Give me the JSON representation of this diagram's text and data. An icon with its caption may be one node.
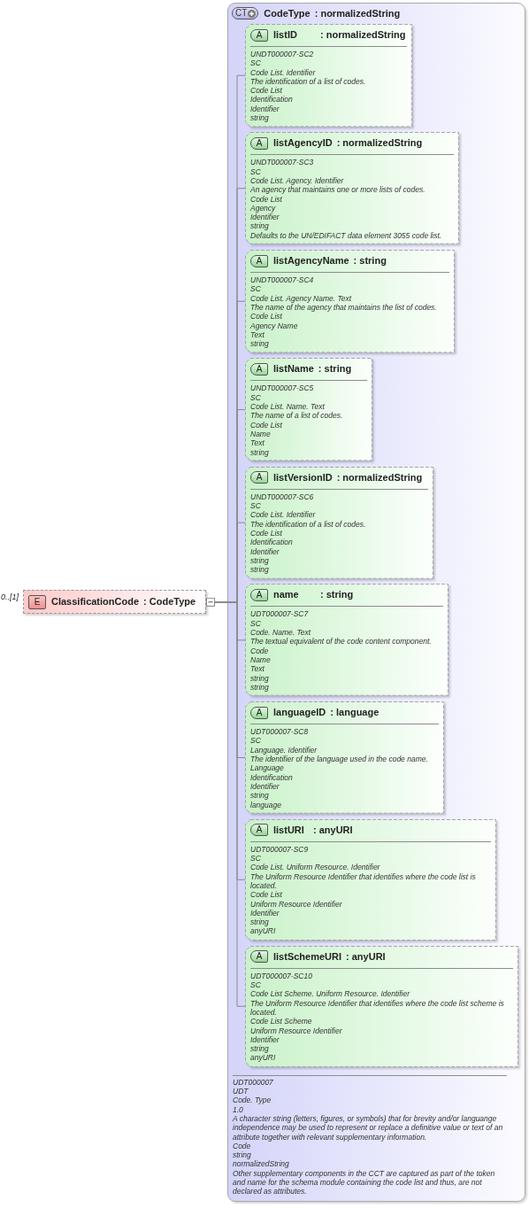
{
  "diagram": {
    "nodes": [
      {
        "text": [
          "E",
          "ClassificationCode",
          ": CodeType"
        ],
        "beside": [
          "0..[1]"
        ]
      },
      {
        "text": [
          "CT",
          "CodeType",
          ": normalizedString",
          "UDT000007",
          "UDT",
          "Code. Type",
          "1.0",
          "A character string (letters, figures, or symbols) that for brevity and/or languange independence may be used to represent or replace a definitive value or text of an attribute together with relevant supplementary information.",
          "Code",
          "string",
          "normalizedString",
          "Other supplementary components in the CCT are captured as part of the token and name for the schema module containing the code list and thus, are not declared as attributes."
        ]
      },
      {
        "text": [
          "A",
          "listID",
          ": normalizedString",
          "UNDT000007-SC2",
          "SC",
          "Code List. Identifier",
          "The identification of a list of codes.",
          "Code List",
          "Identification",
          "Identifier",
          "string"
        ],
        "in": 1
      },
      {
        "text": [
          "A",
          "listAgencyID",
          ": normalizedString",
          "UNDT000007-SC3",
          "SC",
          "Code List. Agency. Identifier",
          "An agency that maintains one or more lists of codes.",
          "Code List",
          "Agency",
          "Identifier",
          "string",
          "Defaults to the UN/EDIFACT data element 3055 code list."
        ],
        "in": 1
      },
      {
        "text": [
          "A",
          "listAgencyName",
          ": string",
          "UNDT000007-SC4",
          "SC",
          "Code List. Agency Name. Text",
          "The name of the agency that maintains the list of codes.",
          "Code List",
          "Agency Name",
          "Text",
          "string"
        ],
        "in": 1
      },
      {
        "text": [
          "A",
          "listName",
          ": string",
          "UNDT000007-SC5",
          "SC",
          "Code List. Name. Text",
          "The name of a list of codes.",
          "Code List",
          "Name",
          "Text",
          "string"
        ],
        "in": 1
      },
      {
        "text": [
          "A",
          "listVersionID",
          ": normalizedString",
          "UNDT000007-SC6",
          "SC",
          "Code List. Identifier",
          "The identification of a list of codes.",
          "Code List",
          "Identification",
          "Identifier",
          "string",
          "string"
        ],
        "in": 1
      },
      {
        "text": [
          "A",
          "name",
          ": string",
          "UDT000007-SC7",
          "SC",
          "Code. Name. Text",
          "The textual equivalent of the code content component.",
          "Code",
          "Name",
          "Text",
          "string",
          "string"
        ],
        "in": 1
      },
      {
        "text": [
          "A",
          "languageID",
          ": language",
          "UDT000007-SC8",
          "SC",
          "Language. Identifier",
          "The identifier of the language used in the code name.",
          "Language",
          "Identification",
          "Identifier",
          "string",
          "language"
        ],
        "in": 1
      },
      {
        "text": [
          "A",
          "listURI",
          ": anyURI",
          "UDT000007-SC9",
          "SC",
          "Code List. Uniform Resource. Identifier",
          "The Uniform Resource Identifier that identifies where the code list is located.",
          "Code List",
          "Uniform Resource Identifier",
          "Identifier",
          "string",
          "anyURI"
        ],
        "in": 1
      },
      {
        "text": [
          "A",
          "listSchemeURI",
          ": anyURI",
          "UDT000007-SC10",
          "SC",
          "Code List Scheme. Uniform Resource. Identifier",
          "The Uniform Resource Identifier that identifies where the code list scheme is located.",
          "Code List Scheme",
          "Uniform Resource Identifier",
          "Identifier",
          "string",
          "anyURI"
        ],
        "in": 1
      }
    ],
    "edges": [
      {
        "from": 0,
        "to": 2,
        "arrow": "other"
      },
      {
        "from": 0,
        "to": 3,
        "arrow": "other"
      },
      {
        "from": 0,
        "to": 4,
        "arrow": "other"
      },
      {
        "from": 0,
        "to": 5,
        "arrow": "other"
      },
      {
        "from": 0,
        "to": 6,
        "arrow": "other"
      },
      {
        "from": 0,
        "to": 7,
        "arrow": "other"
      },
      {
        "from": 0,
        "to": 8,
        "arrow": "other"
      },
      {
        "from": 0,
        "to": 9,
        "arrow": "other"
      },
      {
        "from": 0,
        "to": 10,
        "arrow": "other"
      }
    ]
  }
}
